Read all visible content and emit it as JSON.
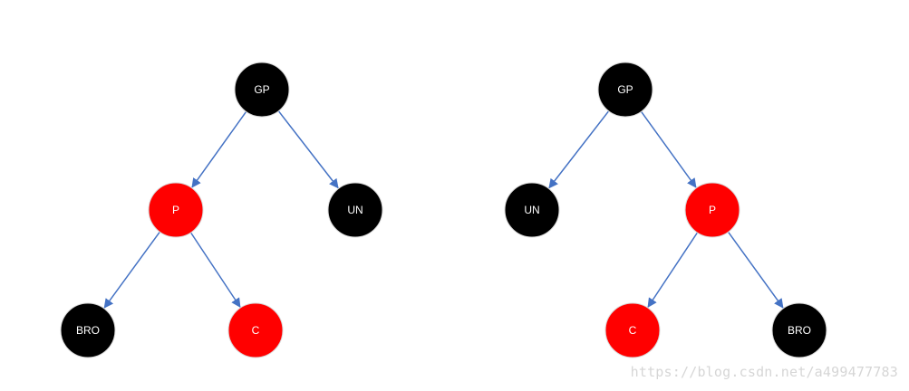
{
  "colors": {
    "black_node": "#000000",
    "red_node": "#ff0000",
    "edge": "#4472c4",
    "node_stroke": "#d9d9d9",
    "label": "#ffffff",
    "watermark": "#d6d6d6"
  },
  "trees": [
    {
      "id": "left",
      "nodes": [
        {
          "id": "gp",
          "label": "GP",
          "color": "black"
        },
        {
          "id": "p",
          "label": "P",
          "color": "red"
        },
        {
          "id": "un",
          "label": "UN",
          "color": "black"
        },
        {
          "id": "bro",
          "label": "BRO",
          "color": "black"
        },
        {
          "id": "c",
          "label": "C",
          "color": "red"
        }
      ],
      "edges": [
        {
          "from": "gp",
          "to": "p"
        },
        {
          "from": "gp",
          "to": "un"
        },
        {
          "from": "p",
          "to": "bro"
        },
        {
          "from": "p",
          "to": "c"
        }
      ]
    },
    {
      "id": "right",
      "nodes": [
        {
          "id": "gp",
          "label": "GP",
          "color": "black"
        },
        {
          "id": "un",
          "label": "UN",
          "color": "black"
        },
        {
          "id": "p",
          "label": "P",
          "color": "red"
        },
        {
          "id": "c",
          "label": "C",
          "color": "red"
        },
        {
          "id": "bro",
          "label": "BRO",
          "color": "black"
        }
      ],
      "edges": [
        {
          "from": "gp",
          "to": "un"
        },
        {
          "from": "gp",
          "to": "p"
        },
        {
          "from": "p",
          "to": "c"
        },
        {
          "from": "p",
          "to": "bro"
        }
      ]
    }
  ],
  "watermark": "https://blog.csdn.net/a499477783"
}
